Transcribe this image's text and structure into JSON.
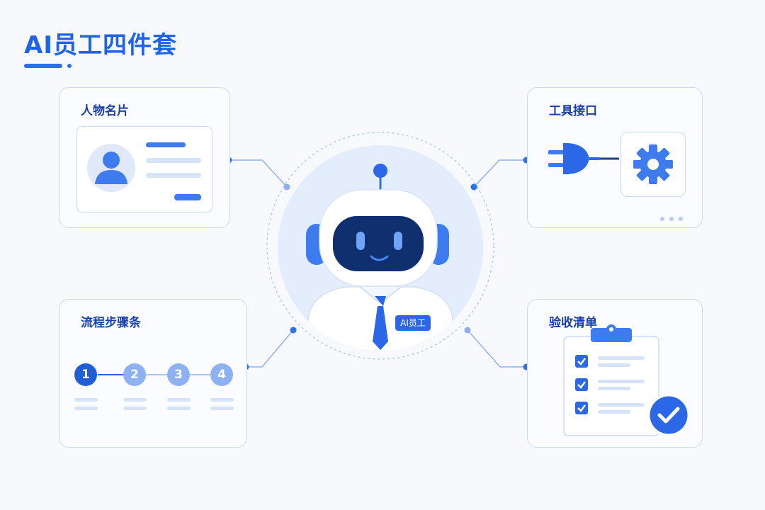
{
  "page": {
    "title": "AI员工四件套"
  },
  "center": {
    "badge": "AI员工"
  },
  "cards": {
    "profile": {
      "title": "人物名片"
    },
    "tools": {
      "title": "工具接口"
    },
    "process": {
      "title": "流程步骤条",
      "steps": [
        "1",
        "2",
        "3",
        "4"
      ]
    },
    "checklist": {
      "title": "验收清单",
      "items_checked": 3
    }
  },
  "colors": {
    "brand": "#1f63e8",
    "accent": "#2f6fe8",
    "dark": "#0d2a66",
    "light": "#d6e4fb",
    "border": "#c9daf6"
  }
}
